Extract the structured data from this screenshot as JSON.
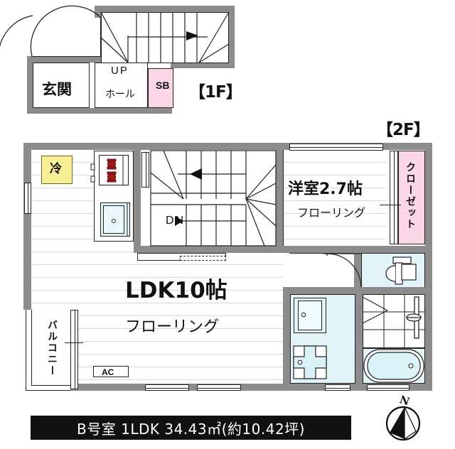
{
  "meta": {
    "document_type": "japanese-floor-plan",
    "caption": "B号室 1LDK 34.43㎡(約10.42坪)"
  },
  "floor_tags": {
    "first": "【1F】",
    "second": "【2F】"
  },
  "first_floor": {
    "rooms": [
      {
        "key": "genkan",
        "label": "玄関",
        "note": "entrance"
      },
      {
        "key": "hall",
        "label": "ホール",
        "note": "hall"
      },
      {
        "key": "up",
        "label": "UP",
        "note": "stair-up-marker"
      },
      {
        "key": "sb",
        "label": "SB",
        "note": "shoe-box",
        "color": "#fbd6e6"
      }
    ]
  },
  "second_floor": {
    "rooms": [
      {
        "key": "ldk",
        "label": "LDK10帖",
        "sub": "フローリング"
      },
      {
        "key": "bedroom",
        "label": "洋室2.7帖",
        "sub": "フローリング"
      },
      {
        "key": "closet",
        "label": "クローゼット",
        "color": "#fbd6e6"
      },
      {
        "key": "balcony",
        "label": "バルコニー"
      }
    ],
    "markers": [
      {
        "key": "fridge",
        "label": "冷",
        "color": "#f6ef96"
      },
      {
        "key": "stair-down",
        "label": "DN"
      },
      {
        "key": "aircon",
        "label": "AC"
      }
    ],
    "fixtures": [
      {
        "key": "kitchen-stove",
        "label": "2-burner stove"
      },
      {
        "key": "kitchen-sink",
        "label": "sink"
      },
      {
        "key": "toilet",
        "label": "toilet"
      },
      {
        "key": "washbasin",
        "label": "wash basin"
      },
      {
        "key": "washer-space",
        "label": "washing machine space"
      },
      {
        "key": "bathtub",
        "label": "bathtub"
      },
      {
        "key": "shower",
        "label": "shower"
      }
    ]
  },
  "compass": {
    "label": "N"
  },
  "colors": {
    "wall": "#8c8c8c",
    "pink": "#fbd6e6",
    "tile": "#e2f4f8",
    "yellow": "#f6ef96",
    "ink": "#111111"
  }
}
